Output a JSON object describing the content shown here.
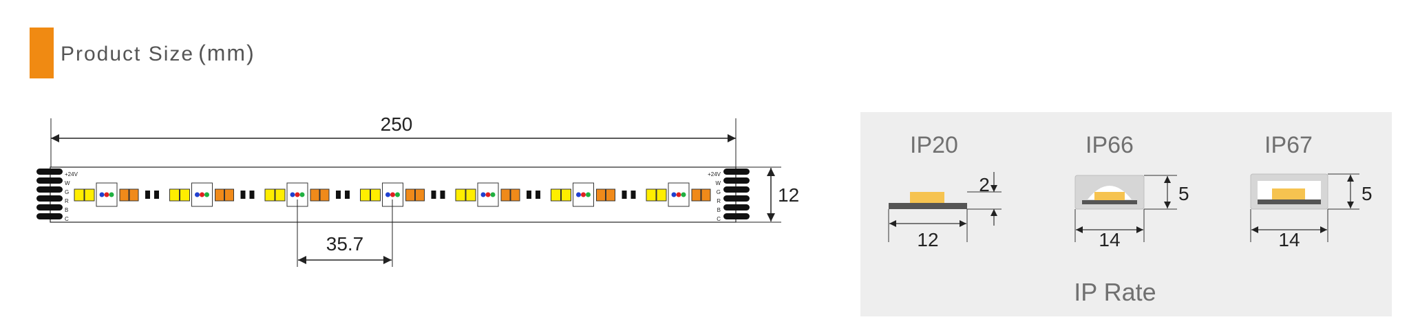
{
  "header": {
    "title": "Product  Size",
    "unit": "(mm)",
    "accent_color": "#f08a12"
  },
  "strip": {
    "length": "250",
    "width": "12",
    "pitch": "35.7",
    "pin_labels": [
      "+24V",
      "W",
      "G",
      "R",
      "B",
      "C"
    ],
    "colors": {
      "pcb": "#ffffff",
      "warm_white_led": "#f08a1a",
      "yellow_led": "#ffee00",
      "rgb_red": "#e02020",
      "rgb_green": "#20b040",
      "rgb_blue": "#2040d0"
    }
  },
  "ip_panel": {
    "title": "IP Rate",
    "background": "#eeeeee",
    "ratings": [
      {
        "name": "IP20",
        "height": "2",
        "width": "12"
      },
      {
        "name": "IP66",
        "height": "5",
        "width": "14"
      },
      {
        "name": "IP67",
        "height": "5",
        "width": "14"
      }
    ],
    "led_color": "#f6c350"
  }
}
